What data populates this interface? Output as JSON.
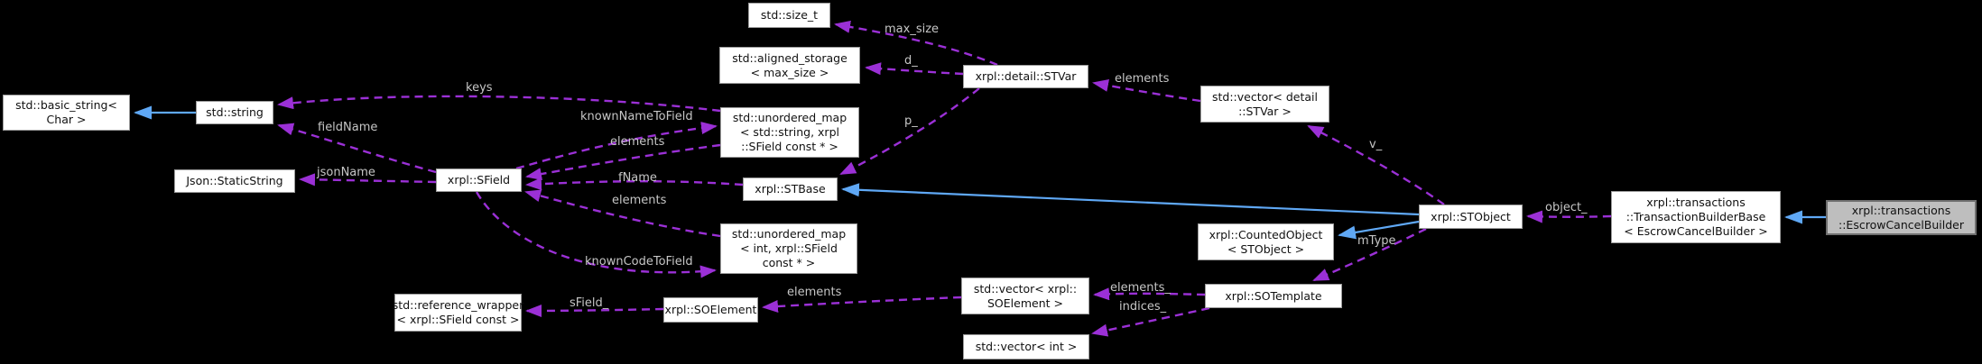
{
  "colors": {
    "background": "#000000",
    "node_fill": "#ffffff",
    "node_border": "#9c9c9c",
    "node_text": "#111111",
    "highlight_fill": "#bebebe",
    "highlight_border": "#6f6f6f",
    "edge_dashed": "#9b30d6",
    "edge_solid": "#5fa8f5",
    "edge_label": "#c6c6c6"
  },
  "nodes": {
    "size_t": {
      "label": "std::size_t"
    },
    "aligned_storage": {
      "label": "std::aligned_storage\n< max_size >"
    },
    "stvar": {
      "label": "xrpl::detail::STVar"
    },
    "vector_stvar": {
      "label": "std::vector< detail\n::STVar >"
    },
    "basic_string": {
      "label": "std::basic_string<\nChar >"
    },
    "string": {
      "label": "std::string"
    },
    "umap_string": {
      "label": "std::unordered_map\n< std::string, xrpl\n::SField const * >"
    },
    "static_string": {
      "label": "Json::StaticString"
    },
    "sfield": {
      "label": "xrpl::SField"
    },
    "stbase": {
      "label": "xrpl::STBase"
    },
    "stobject": {
      "label": "xrpl::STObject"
    },
    "tbb": {
      "label": "xrpl::transactions\n::TransactionBuilderBase\n< EscrowCancelBuilder >"
    },
    "ecb": {
      "label": "xrpl::transactions\n::EscrowCancelBuilder"
    },
    "umap_int": {
      "label": "std::unordered_map\n< int, xrpl::SField\nconst * >"
    },
    "counted": {
      "label": "xrpl::CountedObject\n< STObject >"
    },
    "refwrap": {
      "label": "std::reference_wrapper\n< xrpl::SField const >"
    },
    "soelement": {
      "label": "xrpl::SOElement"
    },
    "vector_soel": {
      "label": "std::vector< xrpl::\nSOElement >"
    },
    "sotemplate": {
      "label": "xrpl::SOTemplate"
    },
    "vector_int": {
      "label": "std::vector< int >"
    }
  },
  "edges": {
    "max_size": {
      "label": "max_size"
    },
    "d": {
      "label": "d_"
    },
    "p": {
      "label": "p_"
    },
    "elements_vstvar": {
      "label": "elements"
    },
    "v": {
      "label": "v_"
    },
    "keys": {
      "label": "keys"
    },
    "knownNameToField": {
      "label": "knownNameToField"
    },
    "elements_umapstr": {
      "label": "elements"
    },
    "fieldName": {
      "label": "fieldName"
    },
    "jsonName": {
      "label": "jsonName"
    },
    "fName": {
      "label": "fName"
    },
    "elements_umapint": {
      "label": "elements"
    },
    "knownCodeToField": {
      "label": "knownCodeToField"
    },
    "object": {
      "label": "object_"
    },
    "mType": {
      "label": "mType"
    },
    "elements_sot": {
      "label": "elements_"
    },
    "indices": {
      "label": "indices_"
    },
    "elements_vsoel": {
      "label": "elements"
    },
    "sField": {
      "label": "sField_"
    }
  }
}
